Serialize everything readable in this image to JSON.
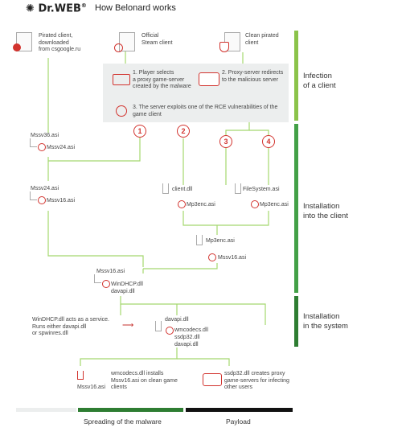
{
  "header": {
    "logo": "Dr.WEB",
    "reg": "®",
    "title": "How Belonard works"
  },
  "stages": {
    "infection": "Infection\nof a client",
    "installation_client": "Installation\ninto the client",
    "installation_system": "Installation\nin the system"
  },
  "clients": {
    "pirated": "Pirated client,\ndownloaded\nfrom csgoogle.ru",
    "official": "Official\nSteam client",
    "clean": "Clean pirated\nclient"
  },
  "steps": {
    "s1": "1. Player selects\na proxy game-server\ncreated by the malware",
    "s2": "2. Proxy-server redirects\nto the malicious server",
    "s3": "3. The server exploits one of the RCE vulnerabilities of the\ngame client"
  },
  "numbers": [
    "1",
    "2",
    "3",
    "4"
  ],
  "files": {
    "msv36": "Mssv36.asi",
    "msv24_a": "Mssv24.asi",
    "msv24_b": "Mssv24.asi",
    "msv16_a": "Mssv16.asi",
    "client_dll": "client.dll",
    "mp3enc_a": "Mp3enc.asi",
    "filesystem": "FileSystem.asi",
    "mp3enc_b": "Mp3enc.asi",
    "mp3enc_c": "Mp3enc.asi",
    "msv16_b": "Mssv16.asi",
    "msv16_c": "Mssv16.asi",
    "windhcp": "WinDHCP.dll",
    "davapi_a": "davapi.dll",
    "davapi_b": "davapi.dll",
    "wmcodecs": "wmcodecs.dll",
    "ssdp32": "ssdp32.dll",
    "davapi_c": "davapi.dll",
    "msv16_d": "Mssv16.asi"
  },
  "notes": {
    "windhcp": "WinDHCP.dll acts as a service.\nRuns either davapi.dll\nor spwinres.dll",
    "wmcodecs": "wmcodecs.dll installs\nMssv16.asi on clean game\nclients",
    "ssdp32": "ssdp32.dll creates proxy\ngame-servers for infecting\nother users"
  },
  "legend": {
    "spreading": "Spreading of the malware",
    "payload": "Payload"
  },
  "colors": {
    "green": "#4caf50",
    "darkgreen": "#2e7d32",
    "red": "#d2332e",
    "grey": "#9e9e9e"
  }
}
